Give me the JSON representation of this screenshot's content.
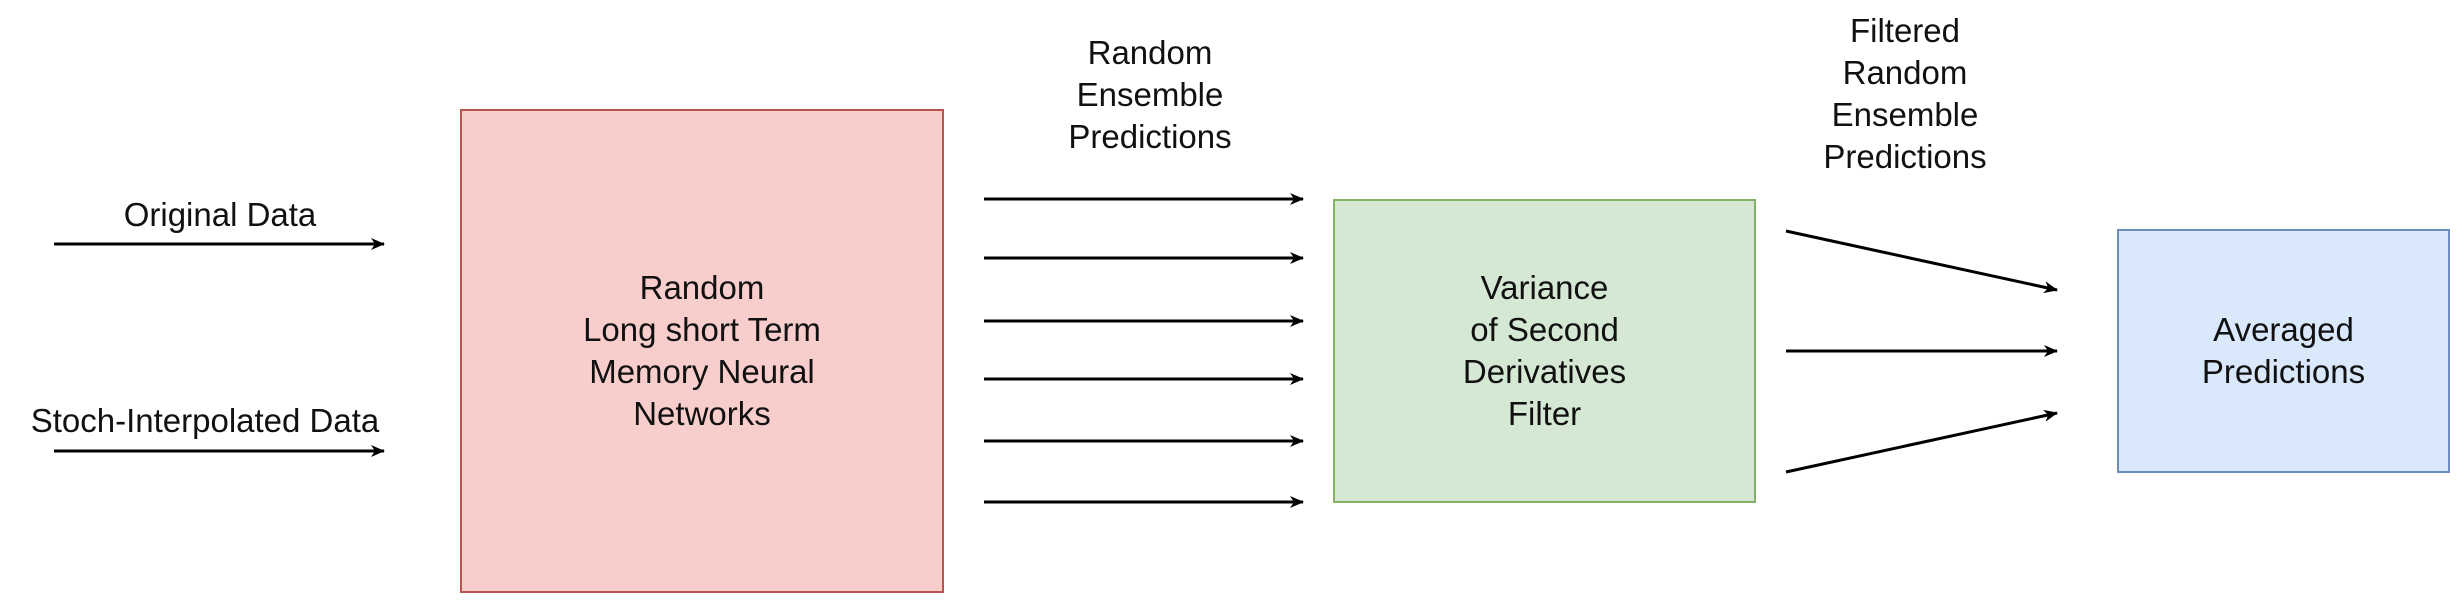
{
  "inputs": {
    "original_data": "Original Data",
    "stoch_interpolated_data": "Stoch-Interpolated Data"
  },
  "boxes": {
    "lstm": "Random\nLong short Term\nMemory Neural\nNetworks",
    "filter": "Variance\nof Second\nDerivatives\nFilter",
    "averaged": "Averaged\nPredictions"
  },
  "edge_labels": {
    "random_ensemble_predictions": "Random\nEnsemble\nPredictions",
    "filtered_random_ensemble_predictions": "Filtered\nRandom\nEnsemble\nPredictions"
  },
  "colors": {
    "lstm_fill": "#f8cecc",
    "lstm_border": "#b85450",
    "filter_fill": "#d5e8d4",
    "filter_border": "#82b366",
    "averaged_fill": "#dae8fc",
    "averaged_border": "#6c8ebf",
    "arrow": "#000000"
  },
  "arrow_counts": {
    "ensemble_predictions": 6,
    "filtered_predictions": 3
  }
}
